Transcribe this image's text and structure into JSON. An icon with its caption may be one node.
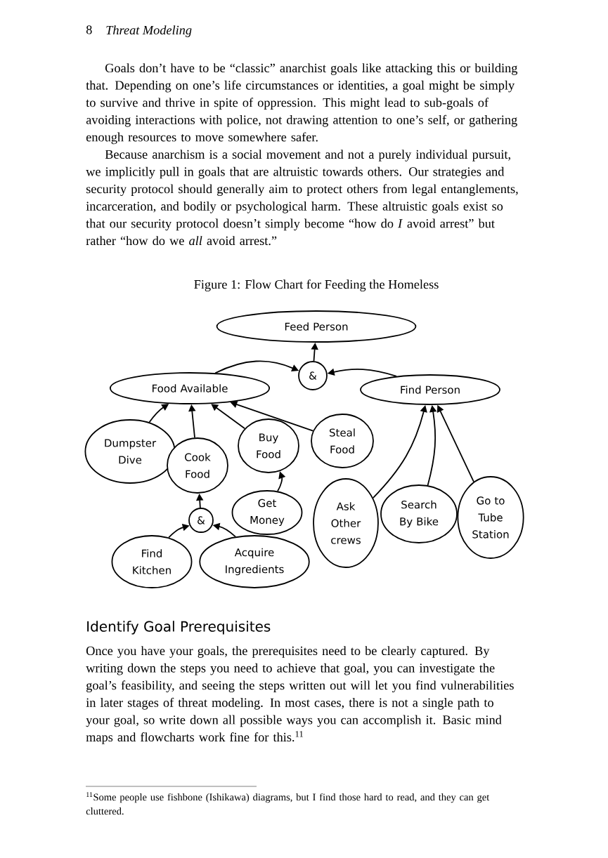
{
  "diagram": {
    "caption": "Figure 1: Flow Chart for Feeding the Homeless",
    "nodes": [
      {
        "text": [
          "Feed Person"
        ]
      },
      {
        "text": [
          "&"
        ]
      },
      {
        "text": [
          "Food Available"
        ]
      },
      {
        "text": [
          "Find Person"
        ]
      },
      {
        "text": [
          "Dumpster Dive"
        ]
      },
      {
        "text": [
          "Cook Food"
        ]
      },
      {
        "text": [
          "Buy Food"
        ]
      },
      {
        "text": [
          "Steal Food"
        ]
      },
      {
        "text": [
          "Get Money"
        ]
      },
      {
        "text": [
          "&"
        ]
      },
      {
        "text": [
          "Ask Other crews"
        ]
      },
      {
        "text": [
          "Search By Bike"
        ]
      },
      {
        "text": [
          "Go to Tube Station"
        ]
      },
      {
        "text": [
          "Find Kitchen"
        ]
      },
      {
        "text": [
          "Acquire Ingredients"
        ]
      }
    ],
    "edges": [
      {
        "from": 1,
        "to": 0,
        "arrow": "to"
      },
      {
        "from": 2,
        "to": 1,
        "arrow": "to"
      },
      {
        "from": 3,
        "to": 1,
        "arrow": "to"
      },
      {
        "from": 4,
        "to": 2,
        "arrow": "to"
      },
      {
        "from": 5,
        "to": 2,
        "arrow": "to"
      },
      {
        "from": 6,
        "to": 2,
        "arrow": "to"
      },
      {
        "from": 7,
        "to": 2,
        "arrow": "to"
      },
      {
        "from": 8,
        "to": 6,
        "arrow": "to"
      },
      {
        "from": 9,
        "to": 5,
        "arrow": "to"
      },
      {
        "from": 13,
        "to": 9,
        "arrow": "to"
      },
      {
        "from": 14,
        "to": 9,
        "arrow": "to"
      },
      {
        "from": 10,
        "to": 3,
        "arrow": "to"
      },
      {
        "from": 11,
        "to": 3,
        "arrow": "to"
      },
      {
        "from": 12,
        "to": 3,
        "arrow": "to"
      }
    ],
    "labels": [
      "8",
      "Threat Modeling",
      "Goals don’t have to be “classic” anarchist goals like attacking this or building that. Depending on one’s life circumstances or identities, a goal might be simply to survive and thrive in spite of oppression. This might lead to sub-goals of avoiding interactions with police, not drawing attention to one’s self, or gathering enough resources to move somewhere safer.",
      "Because anarchism is a social movement and not a purely individual pursuit, we implicitly pull in goals that are altruistic towards others. Our strategies and security protocol should generally aim to protect others from legal entanglements, incarceration, and bodily or psychological harm. These altruistic goals exist so that our security protocol doesn’t simply become “how do *I* avoid arrest” but rather “how do we *all* avoid arrest.”",
      "Identify Goal Prerequisites",
      "Once you have your goals, the prerequisites need to be clearly captured. By writing down the steps you need to achieve that goal, you can investigate the goal’s feasibility, and seeing the steps written out will let you find vulnerabilities in later stages of threat modeling. In most cases, there is not a single path to your goal, so write down all possible ways you can accomplish it. Basic mind maps and flowcharts work fine for this.$^{11}$",
      "$^{11}$Some people use fishbone (Ishikawa) diagrams, but I find those hard to read, and they can get cluttered."
    ]
  }
}
